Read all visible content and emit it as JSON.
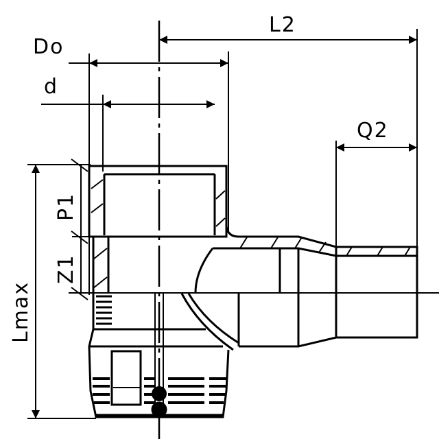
{
  "drawing": {
    "dimensions": {
      "outer_diameter": "Do",
      "inner_diameter": "d",
      "branch_length": "L2",
      "branch_spigot": "Q2",
      "socket_depth": "P1",
      "z_length": "Z1",
      "max_length": "Lmax"
    },
    "color": "#000000"
  }
}
